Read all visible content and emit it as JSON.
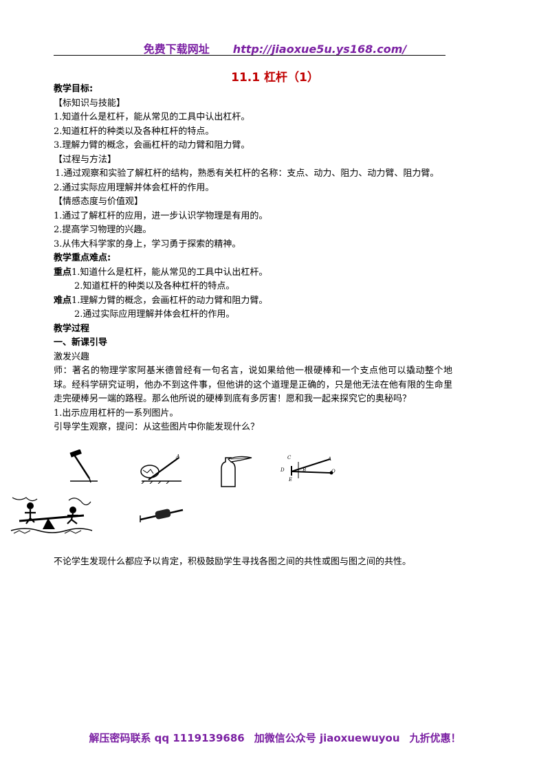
{
  "header": {
    "left": "免费下载网址",
    "url": "http://jiaoxue5u.ys168.com/"
  },
  "title": "11.1   杠杆（1）",
  "goals": {
    "heading": "教学目标:",
    "s1_title": "【标知识与技能】",
    "s1_items": [
      "1.知道什么是杠杆，能从常见的工具中认出杠杆。",
      "2.知道杠杆的种类以及各种杠杆的特点。",
      "3.理解力臂的概念，会画杠杆的动力臂和阻力臂。"
    ],
    "s2_title": "【过程与方法】",
    "s2_items": [
      "1.通过观察和实验了解杠杆的结构，熟悉有关杠杆的名称：支点、动力、阻力、动力臂、阻力臂。",
      "2.通过实际应用理解并体会杠杆的作用。"
    ],
    "s3_title": "【情感态度与价值观】",
    "s3_items": [
      "1.通过了解杠杆的应用，进一步认识学物理是有用的。",
      "2.提高学习物理的兴趣。",
      "3.从伟大科学家的身上，学习勇于探索的精神。"
    ]
  },
  "key": {
    "heading": "教学重点难点:",
    "zd_label": "重点",
    "zd1": "1.知道什么是杠杆，能从常见的工具中认出杠杆。",
    "zd2": "2.知道杠杆的种类以及各种杠杆的特点。",
    "nd_label": "难点",
    "nd1": "1.理解力臂的概念，会画杠杆的动力臂和阻力臂。",
    "nd2": "2.通过实际应用理解并体会杠杆的作用。"
  },
  "process": {
    "heading": "教学过程",
    "sec1": "一、新课引导",
    "sub": "激发兴趣",
    "para": "师：著名的物理学家阿基米德曾经有一句名言，说如果给他一根硬棒和一个支点他可以撬动整个地球。经科学研究证明，他办不到这件事，但他讲的这个道理是正确的，只是他无法在他有限的生命里走完硬棒另一端的路程。那么他所说的硬棒到底有多厉害！愿和我一起来探究它的奥秘吗？",
    "step1": "1.出示应用杠杆的一系列图片。",
    "step2": "引导学生观察，提问：从这些图片中你能发现什么？"
  },
  "figure_labels": {
    "a": "A",
    "c": "C",
    "d": "D",
    "b": "B",
    "o": "O",
    "e": "E"
  },
  "closing": "不论学生发现什么都应予以肯定，积极鼓励学生寻找各图之间的共性或图与图之间的共性。",
  "footer": {
    "a": "解压密码联系 qq  1119139686",
    "b": "加微信公众号 jiaoxuewuyou",
    "c": "九折优惠！"
  }
}
